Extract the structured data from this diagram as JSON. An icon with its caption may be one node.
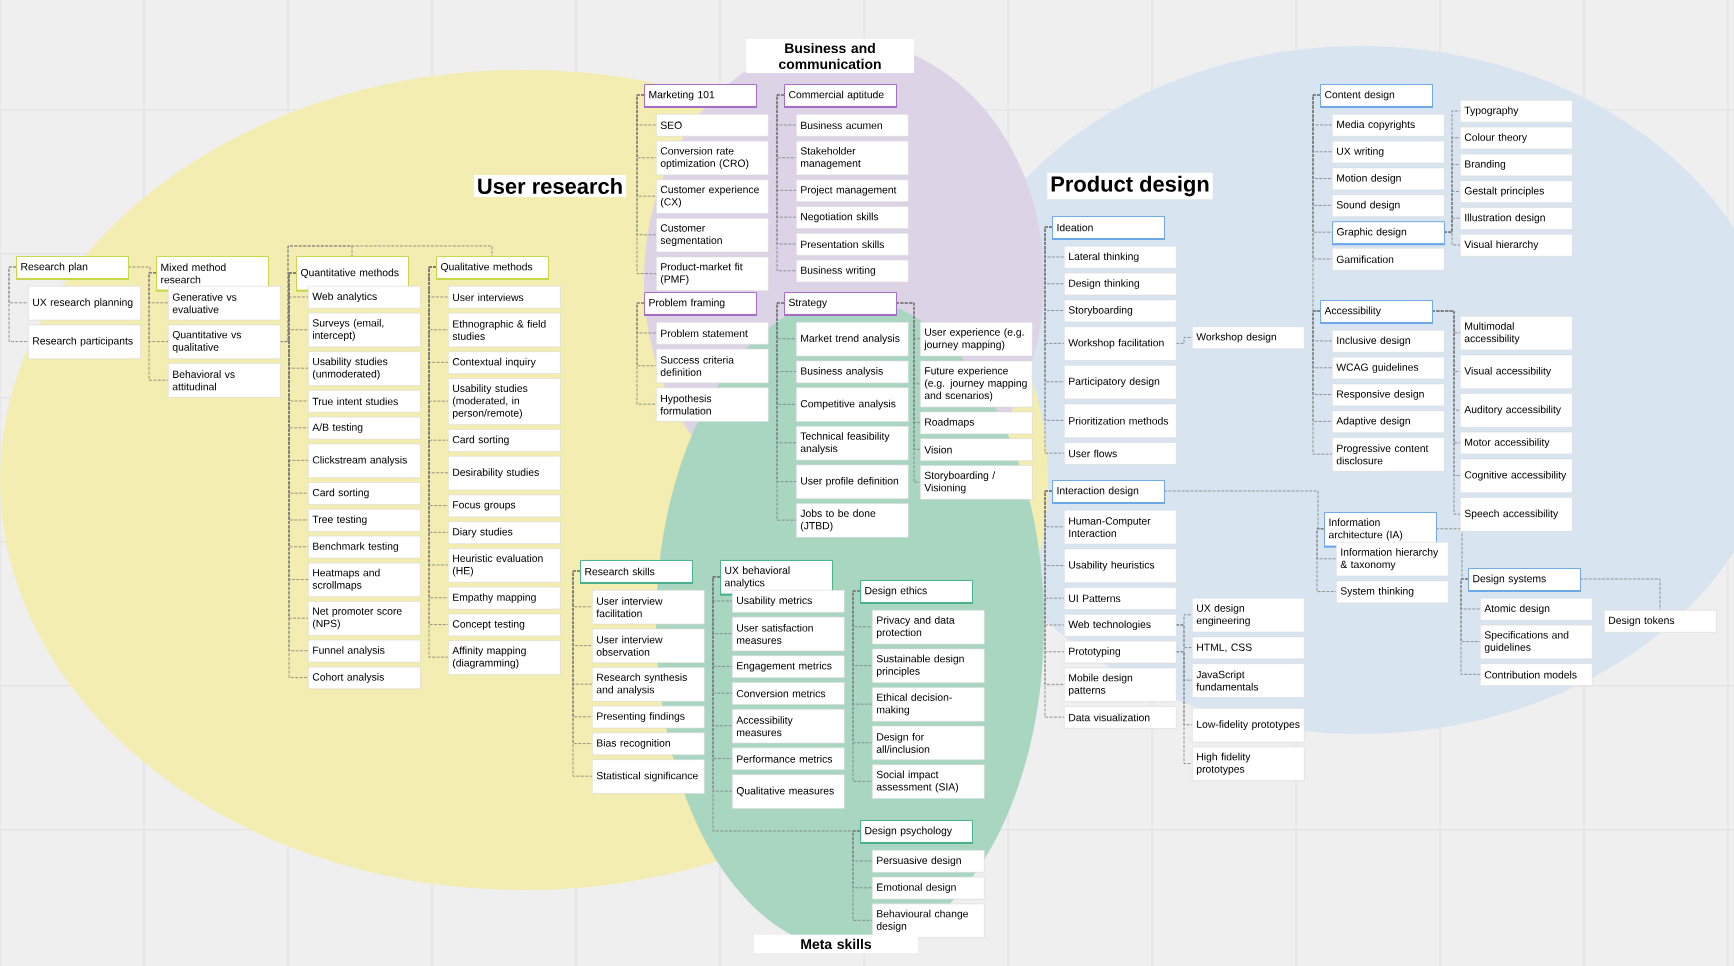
{
  "diagram": {
    "nodes": [
      {
        "text": [
          "Research plan"
        ]
      },
      {
        "text": [
          "UX research planning"
        ]
      },
      {
        "text": [
          "Research participants"
        ]
      },
      {
        "text": [
          "Mixed method research"
        ]
      },
      {
        "text": [
          "Generative vs evaluative"
        ]
      },
      {
        "text": [
          "Quantitative vs qualitative"
        ]
      },
      {
        "text": [
          "Behavioral vs attitudinal"
        ]
      },
      {
        "text": [
          "Quantitative methods"
        ]
      },
      {
        "text": [
          "Web analytics"
        ]
      },
      {
        "text": [
          "Surveys (email, intercept)"
        ]
      },
      {
        "text": [
          "Usability studies (unmoderated)"
        ]
      },
      {
        "text": [
          "True intent studies"
        ]
      },
      {
        "text": [
          "A/B testing"
        ]
      },
      {
        "text": [
          "Clickstream analysis"
        ]
      },
      {
        "text": [
          "Card sorting"
        ]
      },
      {
        "text": [
          "Tree testing"
        ]
      },
      {
        "text": [
          "Benchmark testing"
        ]
      },
      {
        "text": [
          "Heatmaps and scrollmaps"
        ]
      },
      {
        "text": [
          "Net promoter score (NPS)"
        ]
      },
      {
        "text": [
          "Funnel analysis"
        ]
      },
      {
        "text": [
          "Cohort analysis"
        ]
      },
      {
        "text": [
          "Qualitative methods"
        ]
      },
      {
        "text": [
          "User interviews"
        ]
      },
      {
        "text": [
          "Ethnographic & field studies"
        ]
      },
      {
        "text": [
          "Contextual inquiry"
        ]
      },
      {
        "text": [
          "Usability studies (moderated, in person/remote)"
        ]
      },
      {
        "text": [
          "Card sorting"
        ]
      },
      {
        "text": [
          "Desirability studies"
        ]
      },
      {
        "text": [
          "Focus groups"
        ]
      },
      {
        "text": [
          "Diary studies"
        ]
      },
      {
        "text": [
          "Heuristic evaluation (HE)"
        ]
      },
      {
        "text": [
          "Empathy mapping"
        ]
      },
      {
        "text": [
          "Concept testing"
        ]
      },
      {
        "text": [
          "Affinity mapping (diagramming)"
        ]
      },
      {
        "text": [
          "Marketing 101"
        ]
      },
      {
        "text": [
          "SEO"
        ]
      },
      {
        "text": [
          "Conversion rate optimization (CRO)"
        ]
      },
      {
        "text": [
          "Customer experience (CX)"
        ]
      },
      {
        "text": [
          "Customer segmentation"
        ]
      },
      {
        "text": [
          "Product-market fit (PMF)"
        ]
      },
      {
        "text": [
          "Commercial aptitude"
        ]
      },
      {
        "text": [
          "Business acumen"
        ]
      },
      {
        "text": [
          "Stakeholder management"
        ]
      },
      {
        "text": [
          "Project management"
        ]
      },
      {
        "text": [
          "Negotiation skills"
        ]
      },
      {
        "text": [
          "Presentation skills"
        ]
      },
      {
        "text": [
          "Business writing"
        ]
      },
      {
        "text": [
          "Problem framing"
        ]
      },
      {
        "text": [
          "Problem statement"
        ]
      },
      {
        "text": [
          "Success criteria definition"
        ]
      },
      {
        "text": [
          "Hypothesis formulation"
        ]
      },
      {
        "text": [
          "Strategy"
        ]
      },
      {
        "text": [
          "Market trend analysis"
        ]
      },
      {
        "text": [
          "Business analysis"
        ]
      },
      {
        "text": [
          "Competitive analysis"
        ]
      },
      {
        "text": [
          "Technical feasibility analysis"
        ]
      },
      {
        "text": [
          "User profile definition"
        ]
      },
      {
        "text": [
          "Jobs to be done (JTBD)"
        ]
      },
      {
        "text": [
          "User experience (e.g. journey mapping)"
        ]
      },
      {
        "text": [
          "Future experience (e.g. journey mapping and scenarios)"
        ]
      },
      {
        "text": [
          "Roadmaps"
        ]
      },
      {
        "text": [
          "Vision"
        ]
      },
      {
        "text": [
          "Storyboarding / Visioning"
        ]
      },
      {
        "text": [
          "Ideation"
        ]
      },
      {
        "text": [
          "Lateral thinking"
        ]
      },
      {
        "text": [
          "Design thinking"
        ]
      },
      {
        "text": [
          "Storyboarding"
        ]
      },
      {
        "text": [
          "Workshop facilitation"
        ]
      },
      {
        "text": [
          "Participatory design"
        ]
      },
      {
        "text": [
          "Prioritization methods"
        ]
      },
      {
        "text": [
          "User flows"
        ]
      },
      {
        "text": [
          "Workshop design"
        ]
      },
      {
        "text": [
          "Content design"
        ]
      },
      {
        "text": [
          "Media copyrights"
        ]
      },
      {
        "text": [
          "UX writing"
        ]
      },
      {
        "text": [
          "Motion design"
        ]
      },
      {
        "text": [
          "Sound design"
        ]
      },
      {
        "text": [
          "Graphic design"
        ]
      },
      {
        "text": [
          "Gamification"
        ]
      },
      {
        "text": [
          "Typography"
        ]
      },
      {
        "text": [
          "Colour theory"
        ]
      },
      {
        "text": [
          "Branding"
        ]
      },
      {
        "text": [
          "Gestalt principles"
        ]
      },
      {
        "text": [
          "Illustration design"
        ]
      },
      {
        "text": [
          "Visual hierarchy"
        ]
      },
      {
        "text": [
          "Accessibility"
        ]
      },
      {
        "text": [
          "Inclusive design"
        ]
      },
      {
        "text": [
          "WCAG guidelines"
        ]
      },
      {
        "text": [
          "Responsive design"
        ]
      },
      {
        "text": [
          "Adaptive design"
        ]
      },
      {
        "text": [
          "Progressive content disclosure"
        ]
      },
      {
        "text": [
          "Multimodal accessibility"
        ]
      },
      {
        "text": [
          "Visual accessibility"
        ]
      },
      {
        "text": [
          "Auditory accessibility"
        ]
      },
      {
        "text": [
          "Motor accessibility"
        ]
      },
      {
        "text": [
          "Cognitive accessibility"
        ]
      },
      {
        "text": [
          "Speech accessibility"
        ]
      },
      {
        "text": [
          "Interaction design"
        ]
      },
      {
        "text": [
          "Human-Computer Interaction"
        ]
      },
      {
        "text": [
          "Usability heuristics"
        ]
      },
      {
        "text": [
          "UI Patterns"
        ]
      },
      {
        "text": [
          "Web technologies"
        ]
      },
      {
        "text": [
          "Prototyping"
        ]
      },
      {
        "text": [
          "Mobile design patterns"
        ]
      },
      {
        "text": [
          "Data visualization"
        ]
      },
      {
        "text": [
          "UX design engineering"
        ]
      },
      {
        "text": [
          "HTML, CSS"
        ]
      },
      {
        "text": [
          "JavaScript fundamentals"
        ]
      },
      {
        "text": [
          "Low-fidelity prototypes"
        ]
      },
      {
        "text": [
          "High fidelity prototypes"
        ]
      },
      {
        "text": [
          "Information architecture (IA)"
        ]
      },
      {
        "text": [
          "Information hierarchy & taxonomy"
        ]
      },
      {
        "text": [
          "System thinking"
        ]
      },
      {
        "text": [
          "Design systems"
        ]
      },
      {
        "text": [
          "Atomic design"
        ]
      },
      {
        "text": [
          "Specifications and guidelines"
        ]
      },
      {
        "text": [
          "Contribution models"
        ]
      },
      {
        "text": [
          "Design tokens"
        ]
      },
      {
        "text": [
          "Research skills"
        ]
      },
      {
        "text": [
          "User interview facilitation"
        ]
      },
      {
        "text": [
          "User interview observation"
        ]
      },
      {
        "text": [
          "Research synthesis and analysis"
        ]
      },
      {
        "text": [
          "Presenting findings"
        ]
      },
      {
        "text": [
          "Bias recognition"
        ]
      },
      {
        "text": [
          "Statistical significance"
        ]
      },
      {
        "text": [
          "UX behavioral analytics"
        ]
      },
      {
        "text": [
          "Usability metrics"
        ]
      },
      {
        "text": [
          "User satisfaction measures"
        ]
      },
      {
        "text": [
          "Engagement metrics"
        ]
      },
      {
        "text": [
          "Conversion metrics"
        ]
      },
      {
        "text": [
          "Accessibility measures"
        ]
      },
      {
        "text": [
          "Performance metrics"
        ]
      },
      {
        "text": [
          "Qualitative measures"
        ]
      },
      {
        "text": [
          "Design ethics"
        ]
      },
      {
        "text": [
          "Privacy and data protection"
        ]
      },
      {
        "text": [
          "Sustainable design principles"
        ]
      },
      {
        "text": [
          "Ethical decision-making"
        ]
      },
      {
        "text": [
          "Design for all/inclusion"
        ]
      },
      {
        "text": [
          "Social impact assessment (SIA)"
        ]
      },
      {
        "text": [
          "Design psychology"
        ]
      },
      {
        "text": [
          "Persuasive design"
        ]
      },
      {
        "text": [
          "Emotional design"
        ]
      },
      {
        "text": [
          "Behavioural change design"
        ]
      }
    ],
    "edges": [
      {
        "from": 0,
        "to": 1,
        "arrow": "none"
      },
      {
        "from": 0,
        "to": 2,
        "arrow": "none"
      },
      {
        "from": 0,
        "to": 3,
        "arrow": "none"
      },
      {
        "from": 3,
        "to": 4,
        "arrow": "none"
      },
      {
        "from": 3,
        "to": 5,
        "arrow": "none"
      },
      {
        "from": 3,
        "to": 6,
        "arrow": "none"
      },
      {
        "from": 5,
        "to": 7,
        "arrow": "none"
      },
      {
        "from": 5,
        "to": 21,
        "arrow": "none"
      },
      {
        "from": 7,
        "to": 8,
        "arrow": "none"
      },
      {
        "from": 7,
        "to": 9,
        "arrow": "none"
      },
      {
        "from": 7,
        "to": 10,
        "arrow": "none"
      },
      {
        "from": 7,
        "to": 11,
        "arrow": "none"
      },
      {
        "from": 7,
        "to": 12,
        "arrow": "none"
      },
      {
        "from": 7,
        "to": 13,
        "arrow": "none"
      },
      {
        "from": 7,
        "to": 14,
        "arrow": "none"
      },
      {
        "from": 7,
        "to": 15,
        "arrow": "none"
      },
      {
        "from": 7,
        "to": 16,
        "arrow": "none"
      },
      {
        "from": 7,
        "to": 17,
        "arrow": "none"
      },
      {
        "from": 7,
        "to": 18,
        "arrow": "none"
      },
      {
        "from": 7,
        "to": 19,
        "arrow": "none"
      },
      {
        "from": 7,
        "to": 20,
        "arrow": "none"
      },
      {
        "from": 21,
        "to": 22,
        "arrow": "none"
      },
      {
        "from": 21,
        "to": 23,
        "arrow": "none"
      },
      {
        "from": 21,
        "to": 24,
        "arrow": "none"
      },
      {
        "from": 21,
        "to": 25,
        "arrow": "none"
      },
      {
        "from": 21,
        "to": 26,
        "arrow": "none"
      },
      {
        "from": 21,
        "to": 27,
        "arrow": "none"
      },
      {
        "from": 21,
        "to": 28,
        "arrow": "none"
      },
      {
        "from": 21,
        "to": 29,
        "arrow": "none"
      },
      {
        "from": 21,
        "to": 30,
        "arrow": "none"
      },
      {
        "from": 21,
        "to": 31,
        "arrow": "none"
      },
      {
        "from": 21,
        "to": 32,
        "arrow": "none"
      },
      {
        "from": 21,
        "to": 33,
        "arrow": "none"
      },
      {
        "from": 34,
        "to": 35,
        "arrow": "none"
      },
      {
        "from": 34,
        "to": 36,
        "arrow": "none"
      },
      {
        "from": 34,
        "to": 37,
        "arrow": "none"
      },
      {
        "from": 34,
        "to": 38,
        "arrow": "none"
      },
      {
        "from": 34,
        "to": 39,
        "arrow": "none"
      },
      {
        "from": 40,
        "to": 41,
        "arrow": "none"
      },
      {
        "from": 40,
        "to": 42,
        "arrow": "none"
      },
      {
        "from": 40,
        "to": 43,
        "arrow": "none"
      },
      {
        "from": 40,
        "to": 44,
        "arrow": "none"
      },
      {
        "from": 40,
        "to": 45,
        "arrow": "none"
      },
      {
        "from": 40,
        "to": 46,
        "arrow": "none"
      },
      {
        "from": 47,
        "to": 48,
        "arrow": "none"
      },
      {
        "from": 47,
        "to": 49,
        "arrow": "none"
      },
      {
        "from": 47,
        "to": 50,
        "arrow": "none"
      },
      {
        "from": 51,
        "to": 52,
        "arrow": "none"
      },
      {
        "from": 51,
        "to": 53,
        "arrow": "none"
      },
      {
        "from": 51,
        "to": 54,
        "arrow": "none"
      },
      {
        "from": 51,
        "to": 55,
        "arrow": "none"
      },
      {
        "from": 51,
        "to": 56,
        "arrow": "none"
      },
      {
        "from": 51,
        "to": 57,
        "arrow": "none"
      },
      {
        "from": 51,
        "to": 58,
        "arrow": "none"
      },
      {
        "from": 51,
        "to": 59,
        "arrow": "none"
      },
      {
        "from": 51,
        "to": 60,
        "arrow": "none"
      },
      {
        "from": 51,
        "to": 61,
        "arrow": "none"
      },
      {
        "from": 51,
        "to": 62,
        "arrow": "none"
      },
      {
        "from": 63,
        "to": 64,
        "arrow": "none"
      },
      {
        "from": 63,
        "to": 65,
        "arrow": "none"
      },
      {
        "from": 63,
        "to": 66,
        "arrow": "none"
      },
      {
        "from": 63,
        "to": 67,
        "arrow": "none"
      },
      {
        "from": 63,
        "to": 68,
        "arrow": "none"
      },
      {
        "from": 63,
        "to": 69,
        "arrow": "none"
      },
      {
        "from": 63,
        "to": 70,
        "arrow": "none"
      },
      {
        "from": 67,
        "to": 71,
        "arrow": "none"
      },
      {
        "from": 72,
        "to": 73,
        "arrow": "none"
      },
      {
        "from": 72,
        "to": 74,
        "arrow": "none"
      },
      {
        "from": 72,
        "to": 75,
        "arrow": "none"
      },
      {
        "from": 72,
        "to": 76,
        "arrow": "none"
      },
      {
        "from": 72,
        "to": 77,
        "arrow": "none"
      },
      {
        "from": 72,
        "to": 78,
        "arrow": "none"
      },
      {
        "from": 77,
        "to": 79,
        "arrow": "none"
      },
      {
        "from": 77,
        "to": 80,
        "arrow": "none"
      },
      {
        "from": 77,
        "to": 81,
        "arrow": "none"
      },
      {
        "from": 77,
        "to": 82,
        "arrow": "none"
      },
      {
        "from": 77,
        "to": 83,
        "arrow": "none"
      },
      {
        "from": 77,
        "to": 84,
        "arrow": "none"
      },
      {
        "from": 72,
        "to": 85,
        "arrow": "none"
      },
      {
        "from": 85,
        "to": 86,
        "arrow": "none"
      },
      {
        "from": 85,
        "to": 87,
        "arrow": "none"
      },
      {
        "from": 85,
        "to": 88,
        "arrow": "none"
      },
      {
        "from": 85,
        "to": 89,
        "arrow": "none"
      },
      {
        "from": 85,
        "to": 90,
        "arrow": "none"
      },
      {
        "from": 85,
        "to": 91,
        "arrow": "none"
      },
      {
        "from": 85,
        "to": 92,
        "arrow": "none"
      },
      {
        "from": 85,
        "to": 93,
        "arrow": "none"
      },
      {
        "from": 85,
        "to": 94,
        "arrow": "none"
      },
      {
        "from": 85,
        "to": 95,
        "arrow": "none"
      },
      {
        "from": 85,
        "to": 96,
        "arrow": "none"
      },
      {
        "from": 97,
        "to": 98,
        "arrow": "none"
      },
      {
        "from": 97,
        "to": 99,
        "arrow": "none"
      },
      {
        "from": 97,
        "to": 100,
        "arrow": "none"
      },
      {
        "from": 97,
        "to": 101,
        "arrow": "none"
      },
      {
        "from": 97,
        "to": 102,
        "arrow": "none"
      },
      {
        "from": 97,
        "to": 103,
        "arrow": "none"
      },
      {
        "from": 97,
        "to": 104,
        "arrow": "none"
      },
      {
        "from": 101,
        "to": 105,
        "arrow": "none"
      },
      {
        "from": 101,
        "to": 106,
        "arrow": "none"
      },
      {
        "from": 101,
        "to": 107,
        "arrow": "none"
      },
      {
        "from": 102,
        "to": 108,
        "arrow": "none"
      },
      {
        "from": 102,
        "to": 109,
        "arrow": "none"
      },
      {
        "from": 97,
        "to": 110,
        "arrow": "none"
      },
      {
        "from": 110,
        "to": 111,
        "arrow": "none"
      },
      {
        "from": 110,
        "to": 112,
        "arrow": "none"
      },
      {
        "from": 110,
        "to": 113,
        "arrow": "none"
      },
      {
        "from": 113,
        "to": 114,
        "arrow": "none"
      },
      {
        "from": 113,
        "to": 115,
        "arrow": "none"
      },
      {
        "from": 113,
        "to": 116,
        "arrow": "none"
      },
      {
        "from": 113,
        "to": 117,
        "arrow": "none"
      },
      {
        "from": 118,
        "to": 119,
        "arrow": "none"
      },
      {
        "from": 118,
        "to": 120,
        "arrow": "none"
      },
      {
        "from": 118,
        "to": 121,
        "arrow": "none"
      },
      {
        "from": 118,
        "to": 122,
        "arrow": "none"
      },
      {
        "from": 118,
        "to": 123,
        "arrow": "none"
      },
      {
        "from": 118,
        "to": 124,
        "arrow": "none"
      },
      {
        "from": 125,
        "to": 126,
        "arrow": "none"
      },
      {
        "from": 125,
        "to": 127,
        "arrow": "none"
      },
      {
        "from": 125,
        "to": 128,
        "arrow": "none"
      },
      {
        "from": 125,
        "to": 129,
        "arrow": "none"
      },
      {
        "from": 125,
        "to": 130,
        "arrow": "none"
      },
      {
        "from": 125,
        "to": 131,
        "arrow": "none"
      },
      {
        "from": 125,
        "to": 132,
        "arrow": "none"
      },
      {
        "from": 133,
        "to": 134,
        "arrow": "none"
      },
      {
        "from": 133,
        "to": 135,
        "arrow": "none"
      },
      {
        "from": 133,
        "to": 136,
        "arrow": "none"
      },
      {
        "from": 133,
        "to": 137,
        "arrow": "none"
      },
      {
        "from": 133,
        "to": 138,
        "arrow": "none"
      },
      {
        "from": 125,
        "to": 139,
        "arrow": "none"
      },
      {
        "from": 139,
        "to": 140,
        "arrow": "none"
      },
      {
        "from": 139,
        "to": 141,
        "arrow": "none"
      },
      {
        "from": 139,
        "to": 142,
        "arrow": "none"
      }
    ],
    "labels": [
      "Business and communication",
      "User research",
      "Product design",
      "Meta skills"
    ]
  }
}
